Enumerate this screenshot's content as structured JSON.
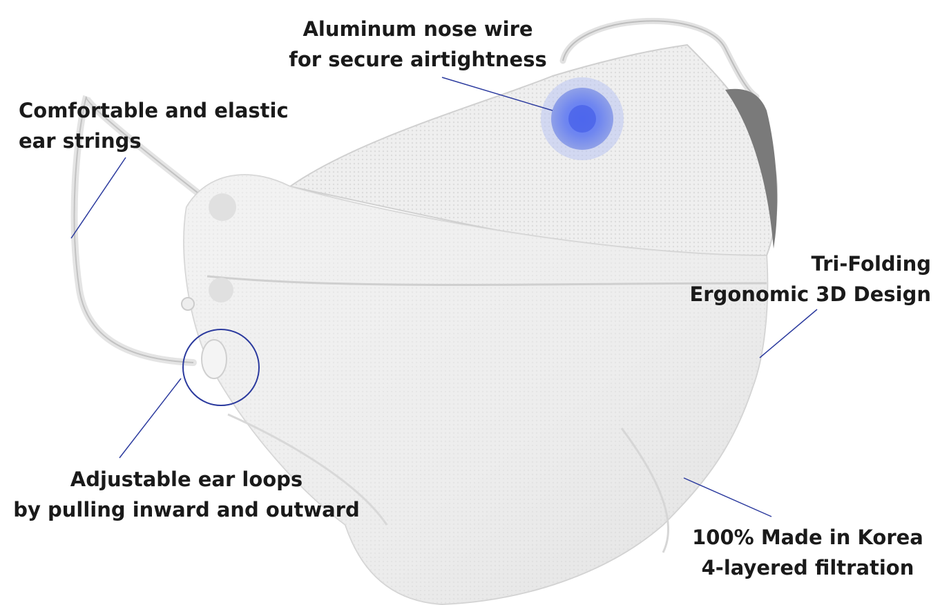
{
  "callouts": {
    "nose_wire": {
      "line1": "Aluminum nose wire",
      "line2": "for secure airtightness"
    },
    "ear_strings": {
      "line1": "Comfortable and elastic",
      "line2": "ear strings"
    },
    "tri_folding": {
      "line1": "Tri-Folding",
      "line2": "Ergonomic 3D Design"
    },
    "ear_loops": {
      "line1": "Adjustable ear loops",
      "line2": "by pulling inward and outward"
    },
    "made_in_korea": {
      "line1": "100% Made in Korea",
      "line2": "4-layered filtration"
    }
  },
  "colors": {
    "text": "#1a1a1a",
    "leader_line": "#2b3a9e",
    "highlight_fill": "#4a63e8",
    "mask_white": "#f2f2f2",
    "mask_shadow": "#d4d4d4",
    "mask_inner": "#7a7a7a"
  }
}
